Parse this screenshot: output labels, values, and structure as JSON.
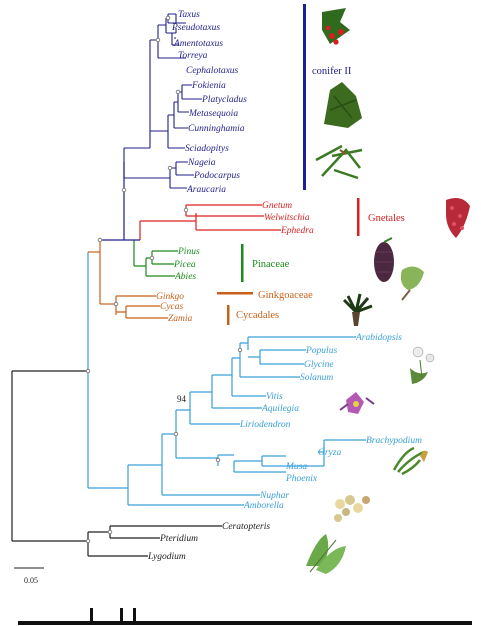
{
  "colors": {
    "conifer": "#1f1f8a",
    "gnetales": "#d92020",
    "pinaceae": "#1a8a1a",
    "ginkgo": "#c8601a",
    "angio": "#3aa0d8",
    "fern": "#222222",
    "cladebar_blue": "#1f1f9a"
  },
  "taxa": {
    "conifer": [
      "Taxus",
      "Pseudotaxus",
      "Amentotaxus",
      "Torreya",
      "Cephalotaxus",
      "Fokienia",
      "Platycladus",
      "Metasequoia",
      "Cunninghamia",
      "Sciadopitys",
      "Nageia",
      "Podocarpus",
      "Araucaria"
    ],
    "gnetales": [
      "Gnetum",
      "Welwitschia",
      "Ephedra"
    ],
    "pinaceae": [
      "Pinus",
      "Picea",
      "Abies"
    ],
    "ginkgo": [
      "Ginkgo",
      "Cycas",
      "Zamia"
    ],
    "angio": [
      "Arabidopsis",
      "Populus",
      "Glycine",
      "Solanum",
      "Vitis",
      "Aquilegia",
      "Liriodendron",
      "Brachypodium",
      "Oryza",
      "Musa",
      "Phoenix",
      "Nuphar",
      "Amborella"
    ],
    "fern": [
      "Ceratopteris",
      "Pteridium",
      "Lygodium"
    ]
  },
  "clades": {
    "conifer": "conifer II",
    "gnetales": "Gnetales",
    "pinaceae": "Pinaceae",
    "ginkgo": "Ginkgoaceae",
    "cycad": "Cycadales"
  },
  "support_value": "94",
  "scale_label": "0.05"
}
